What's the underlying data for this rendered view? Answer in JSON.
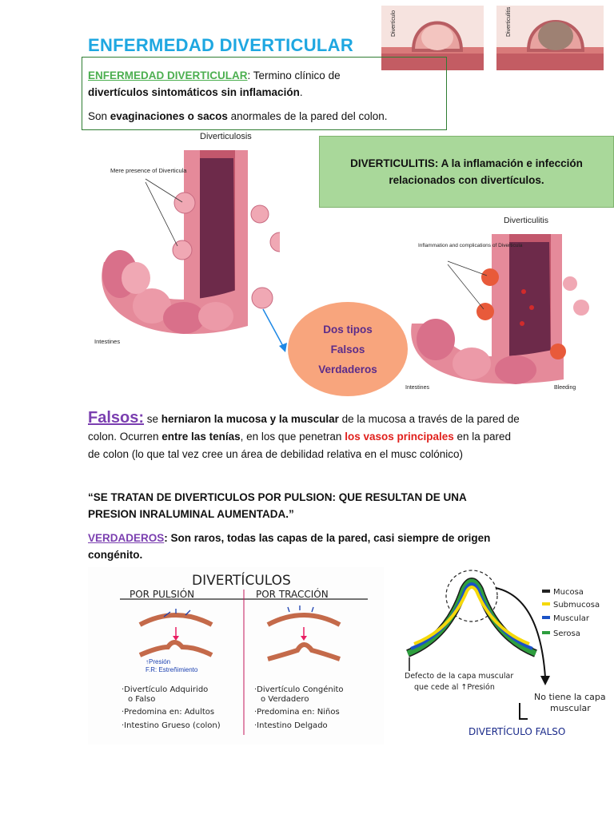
{
  "title": "ENFERMEDAD DIVERTICULAR",
  "definition": {
    "term": "ENFERMEDAD DIVERTICULAR",
    "colon": ": ",
    "text1": "Termino clínico de",
    "bold1": "divertículos sintomáticos sin inflamación",
    "period": ".",
    "son": "Son ",
    "bold2": "evaginaciones o sacos",
    "text2": " anormales de la pared del colon."
  },
  "top_images": {
    "label_left": "Divertículo",
    "label_right": "Diverticulitis"
  },
  "diverticulosis_image": {
    "title": "Diverticulosis",
    "label_presence": "Mere presence of Diverticula",
    "label_intestines": "Intestines"
  },
  "diverticulitis_box": "DIVERTICULITIS: A la inflamación e infección relacionados con divertículos.",
  "diverticulitis_image": {
    "title": "Diverticulitis",
    "label_inflammation": "Inflammation and complications of Diverticula",
    "label_intestines": "Intestines",
    "label_bleeding": "Bleeding"
  },
  "oval": {
    "line1": "Dos tipos",
    "line2": "Falsos",
    "line3": "Verdaderos"
  },
  "falsos": {
    "heading": "Falsos:",
    "t1": " se ",
    "b1": "herniaron la mucosa y la muscular",
    "t2": " de la mucosa a través de la pared de colon. Ocurren ",
    "b2": "entre las tenías",
    "t3": ", en los que penetran ",
    "red": "los vasos principales",
    "t4": " en la pared de colon (lo que tal vez cree un área de debilidad relativa en el musc colónico)"
  },
  "quote": "“SE TRATAN DE DIVERTICULOS POR PULSION: QUE RESULTAN DE UNA PRESION INRALUMINAL AUMENTADA.”",
  "verdaderos": {
    "heading": "VERDADEROS",
    "text": ": Son raros, todas las capas de la pared, casi siempre de origen congénito."
  },
  "sketch_left": {
    "title": "DIVERTÍCULOS",
    "col1": "POR PULSIÓN",
    "col2": "POR TRACCIÓN",
    "presion": "↑Presión",
    "fr": "F.R: Estreñimiento",
    "l1a": "·Divertículo Adquirido",
    "l1b": "o Falso",
    "l2": "·Predomina en: Adultos",
    "l3": "·Intestino Grueso (colon)",
    "r1a": "·Divertículo Congénito",
    "r1b": "o Verdadero",
    "r2": "·Predomina en: Niños",
    "r3": "·Intestino Delgado"
  },
  "sketch_right": {
    "legend": [
      "Mucosa",
      "Submucosa",
      "Muscular",
      "Serosa"
    ],
    "defecto1": "Defecto de la capa muscular",
    "defecto2": "que cede al ↑Presión",
    "no1": "No tiene la capa",
    "no2": "muscular",
    "falso": "DIVERTÍCULO FALSO"
  },
  "colors": {
    "title": "#1ea7e1",
    "green": "#4caf50",
    "purple": "#7b3fb0",
    "red": "#e0201c",
    "greenbox": "#a9d89a",
    "oval": "#f8a57d"
  }
}
